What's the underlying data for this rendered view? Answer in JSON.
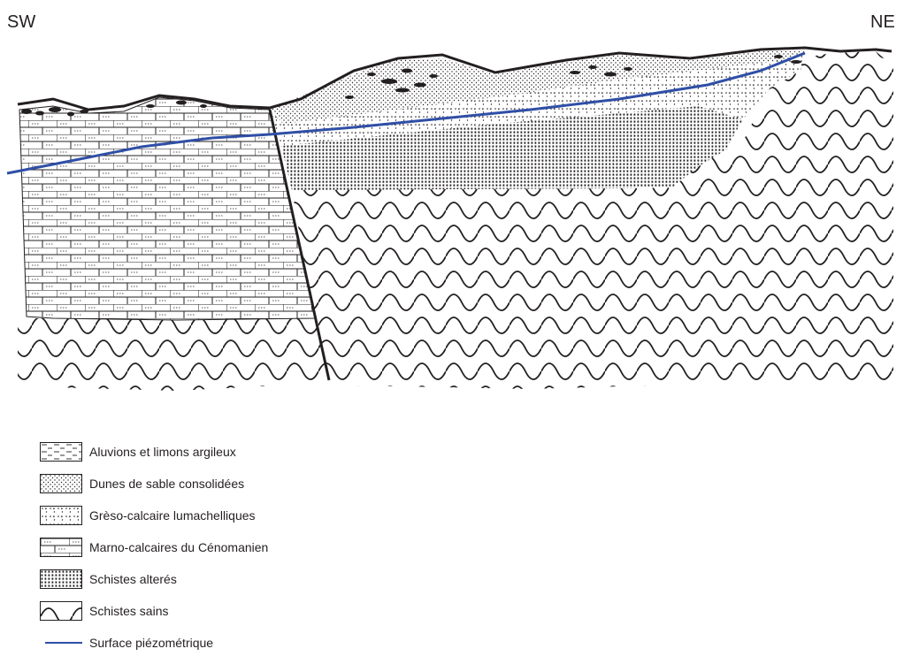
{
  "orientation": {
    "left": "SW",
    "right": "NE"
  },
  "legend": [
    {
      "id": "aluvions",
      "label": "Aluvions et limons argileux",
      "pattern": "dashes"
    },
    {
      "id": "dunes",
      "label": "Dunes de sable consolidées",
      "pattern": "fine-dots"
    },
    {
      "id": "greso",
      "label": "Grèso-calcaire lumachelliques",
      "pattern": "sparse-dots"
    },
    {
      "id": "marno",
      "label": "Marno-calcaires du Cénomanien",
      "pattern": "bricks"
    },
    {
      "id": "schistes_alteres",
      "label": "Schistes alterés",
      "pattern": "dense-dots"
    },
    {
      "id": "schistes_sains",
      "label": "Schistes sains",
      "pattern": "waves"
    },
    {
      "id": "piezo",
      "label": "Surface piézométrique",
      "pattern": "line",
      "color": "#2f4fa6"
    }
  ]
}
